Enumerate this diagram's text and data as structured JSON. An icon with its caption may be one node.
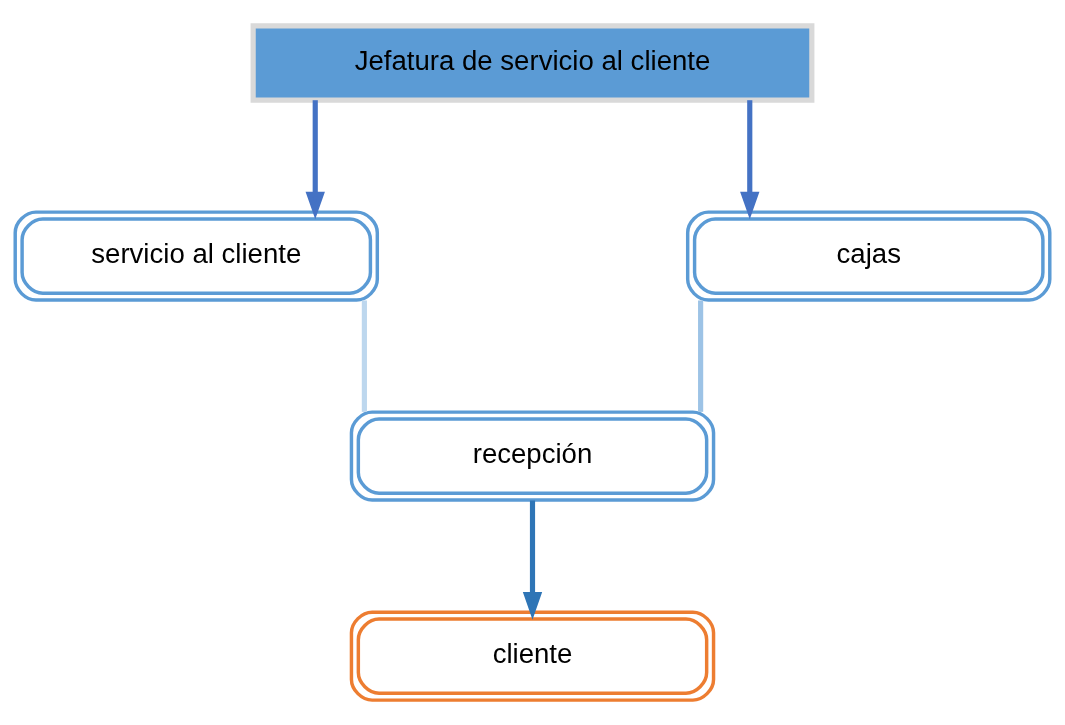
{
  "diagram": {
    "nodes": [
      {
        "text": [
          "Jefatura de servicio al cliente"
        ]
      },
      {
        "text": [
          "servicio al cliente"
        ]
      },
      {
        "text": [
          "cajas"
        ]
      },
      {
        "text": [
          "recepción"
        ]
      },
      {
        "text": [
          "cliente"
        ]
      }
    ],
    "edges": [
      {
        "from": 0,
        "to": 1,
        "arrow": "to"
      },
      {
        "from": 0,
        "to": 2,
        "arrow": "to"
      },
      {
        "from": 1,
        "to": 3,
        "arrow": "none",
        "color": "#bdd7ee"
      },
      {
        "from": 2,
        "to": 3,
        "arrow": "none",
        "color": "#9dc3e6"
      },
      {
        "from": 3,
        "to": 4,
        "arrow": "to",
        "color": "#2e75b6"
      }
    ]
  }
}
